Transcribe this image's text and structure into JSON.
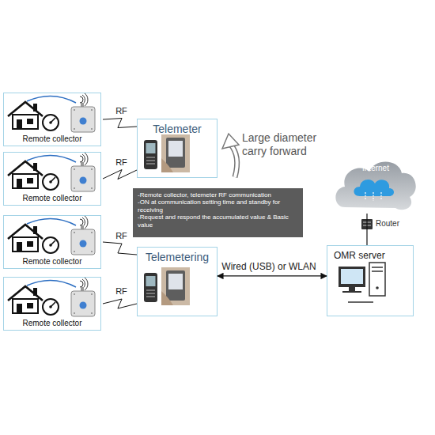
{
  "diagram": {
    "nodes": [
      {
        "text": [
          "Remote collector"
        ]
      },
      {
        "text": [
          "Remote collector"
        ]
      },
      {
        "text": [
          "Remote collector"
        ]
      },
      {
        "text": [
          "Remote collector"
        ]
      },
      {
        "text": [
          "Telemeter"
        ]
      },
      {
        "text": [
          "-Remote collector, telemeter RF communication",
          "-ON at communication setting time and standby for receiving",
          "-Request and respond the accumulated value & Basic value"
        ]
      },
      {
        "text": [
          "Telemetering"
        ]
      },
      {
        "text": [
          "Internet"
        ]
      },
      {
        "text": [
          "OMR server"
        ]
      }
    ],
    "edges": [
      {
        "from": 0,
        "to": 4,
        "label": "RF",
        "arrow": "none"
      },
      {
        "from": 1,
        "to": 4,
        "label": "RF",
        "arrow": "none"
      },
      {
        "from": 2,
        "to": 6,
        "label": "RF",
        "arrow": "none"
      },
      {
        "from": 3,
        "to": 6,
        "label": "RF",
        "arrow": "none"
      },
      {
        "from": 6,
        "to": 8,
        "label": "Wired (USB) or WLAN",
        "arrow": "both"
      },
      {
        "from": 8,
        "to": 7,
        "arrow": "none"
      }
    ],
    "labels": [
      "Large diameter carry forward",
      "Router"
    ]
  }
}
